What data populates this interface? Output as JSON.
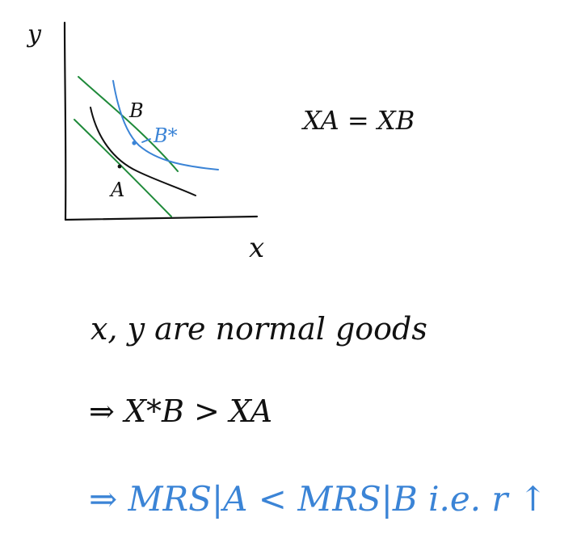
{
  "colors": {
    "ink": "#111111",
    "blue": "#3b84d6",
    "green": "#1f8a3a"
  },
  "graph": {
    "y_axis_label": "y",
    "x_axis_label": "x",
    "point_a": "A",
    "point_b": "B",
    "point_b_star": "B*"
  },
  "notes": {
    "equality": "XA = XB",
    "normal_goods": "x, y are normal goods",
    "implication_1": "⇒ X*B > XA",
    "implication_2": "⇒ MRS|A < MRS|B   i.e. r ↑"
  }
}
